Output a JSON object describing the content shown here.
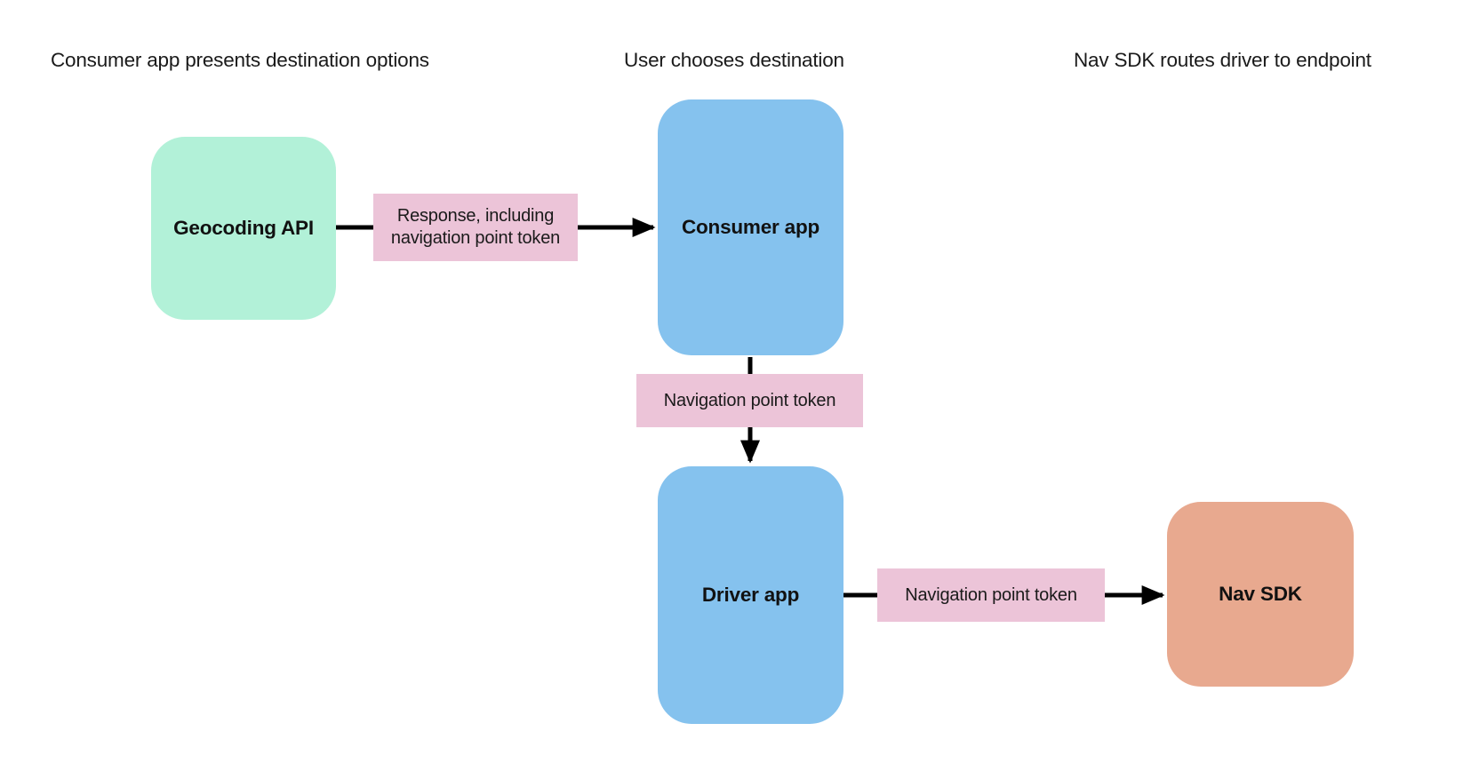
{
  "colors": {
    "green": "#b2f1d8",
    "blue": "#85c2ee",
    "orange": "#e8a98f",
    "pink": "#ecc4d8",
    "arrow": "#000000",
    "text": "#1a1a1a"
  },
  "headers": [
    {
      "text": "Consumer app presents destination options"
    },
    {
      "text": "User chooses destination"
    },
    {
      "text": "Nav SDK routes driver to endpoint"
    }
  ],
  "nodes": [
    {
      "id": "geocoding-api",
      "label": "Geocoding API"
    },
    {
      "id": "consumer-app",
      "label": "Consumer app"
    },
    {
      "id": "driver-app",
      "label": "Driver app"
    },
    {
      "id": "nav-sdk",
      "label": "Nav SDK"
    }
  ],
  "edges": [
    {
      "from": "geocoding-api",
      "to": "consumer-app",
      "label": "Response, including navigation point token"
    },
    {
      "from": "consumer-app",
      "to": "driver-app",
      "label": "Navigation point token"
    },
    {
      "from": "driver-app",
      "to": "nav-sdk",
      "label": "Navigation point token"
    }
  ]
}
